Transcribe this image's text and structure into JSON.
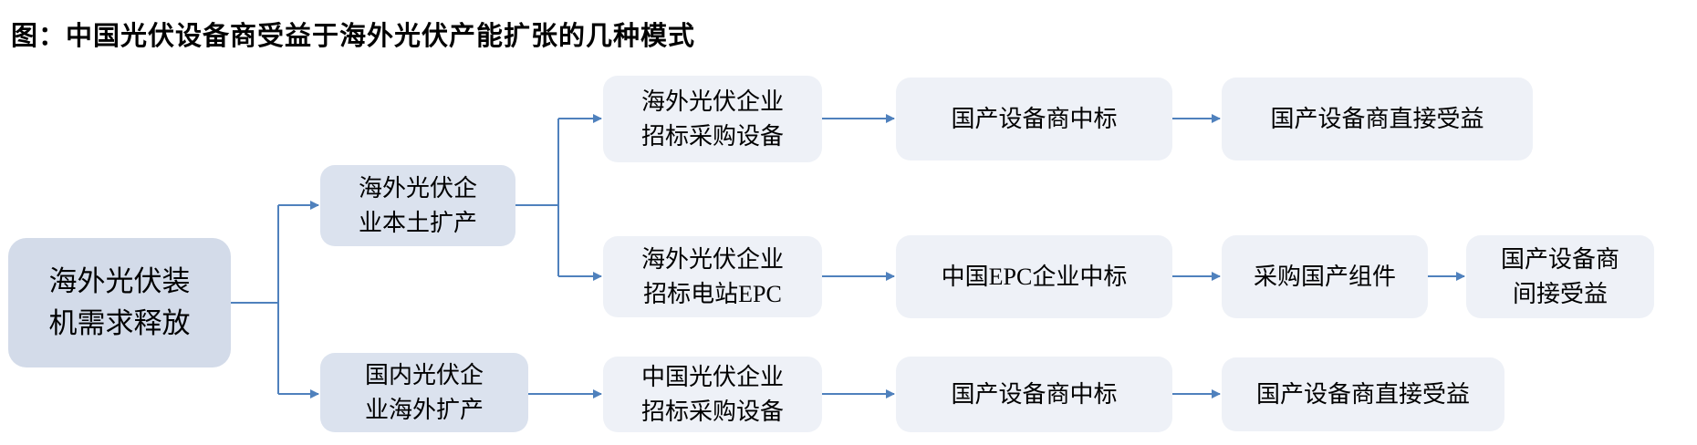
{
  "title": "图：中国光伏设备商受益于海外光伏产能扩张的几种模式",
  "colors": {
    "arrow": "#4f81bd",
    "box_light": "#eef1f7",
    "box_dark": "#dbe2ee"
  },
  "nodes": {
    "root": {
      "lines": [
        "海外光伏装",
        "机需求释放"
      ]
    },
    "overseas_local": {
      "lines": [
        "海外光伏企",
        "业本土扩产"
      ]
    },
    "domestic_overseas": {
      "lines": [
        "国内光伏企",
        "业海外扩产"
      ]
    },
    "overseas_bid_equipment": {
      "lines": [
        "海外光伏企业",
        "招标采购设备"
      ]
    },
    "overseas_bid_epc": {
      "lines": [
        "海外光伏企业",
        "招标电站EPC"
      ]
    },
    "china_bid_equipment": {
      "lines": [
        "中国光伏企业",
        "招标采购设备"
      ]
    },
    "domestic_win_1": {
      "label": "国产设备商中标"
    },
    "china_epc_win": {
      "label": "中国EPC企业中标"
    },
    "domestic_win_2": {
      "label": "国产设备商中标"
    },
    "direct_benefit_1": {
      "label": "国产设备商直接受益"
    },
    "buy_modules": {
      "label": "采购国产组件"
    },
    "direct_benefit_2": {
      "label": "国产设备商直接受益"
    },
    "indirect_benefit": {
      "lines": [
        "国产设备商",
        "间接受益"
      ]
    }
  }
}
